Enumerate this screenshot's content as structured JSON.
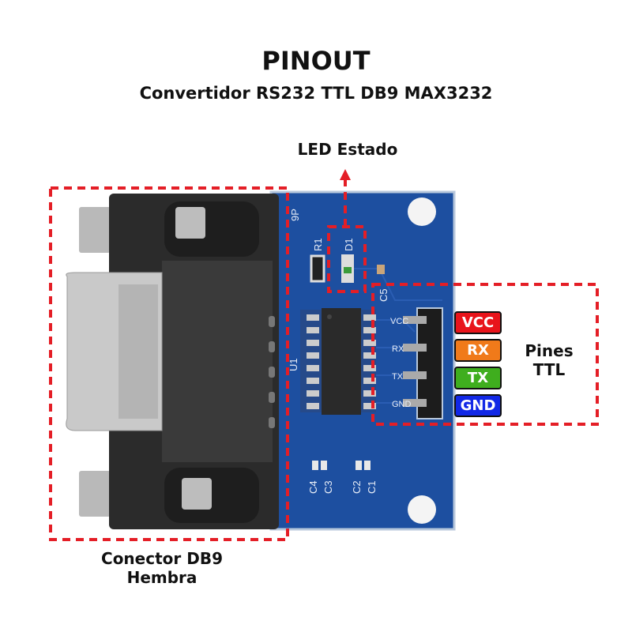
{
  "header": {
    "title": "PINOUT",
    "subtitle": "Convertidor RS232 TTL DB9 MAX3232"
  },
  "labels": {
    "led": "LED Estado",
    "pins": [
      "Pines",
      "TTL"
    ],
    "connector": [
      "Conector DB9",
      "Hembra"
    ]
  },
  "pins": [
    {
      "label": "VCC",
      "color": "#e8141b"
    },
    {
      "label": "RX",
      "color": "#f07a1a"
    },
    {
      "label": "TX",
      "color": "#3fae1e"
    },
    {
      "label": "GND",
      "color": "#1228e6"
    }
  ],
  "silkscreen": {
    "connector": "9P",
    "r1": "R1",
    "d1": "D1",
    "c5": "C5",
    "u1": "U1",
    "c4": "C4",
    "c3": "C3",
    "c2": "C2",
    "c1": "C1",
    "vcc": "VCC",
    "rx": "RX",
    "tx": "TX",
    "gnd": "GND"
  },
  "colors": {
    "dash": "#e41e26",
    "pcb": "#1d4fa0"
  }
}
